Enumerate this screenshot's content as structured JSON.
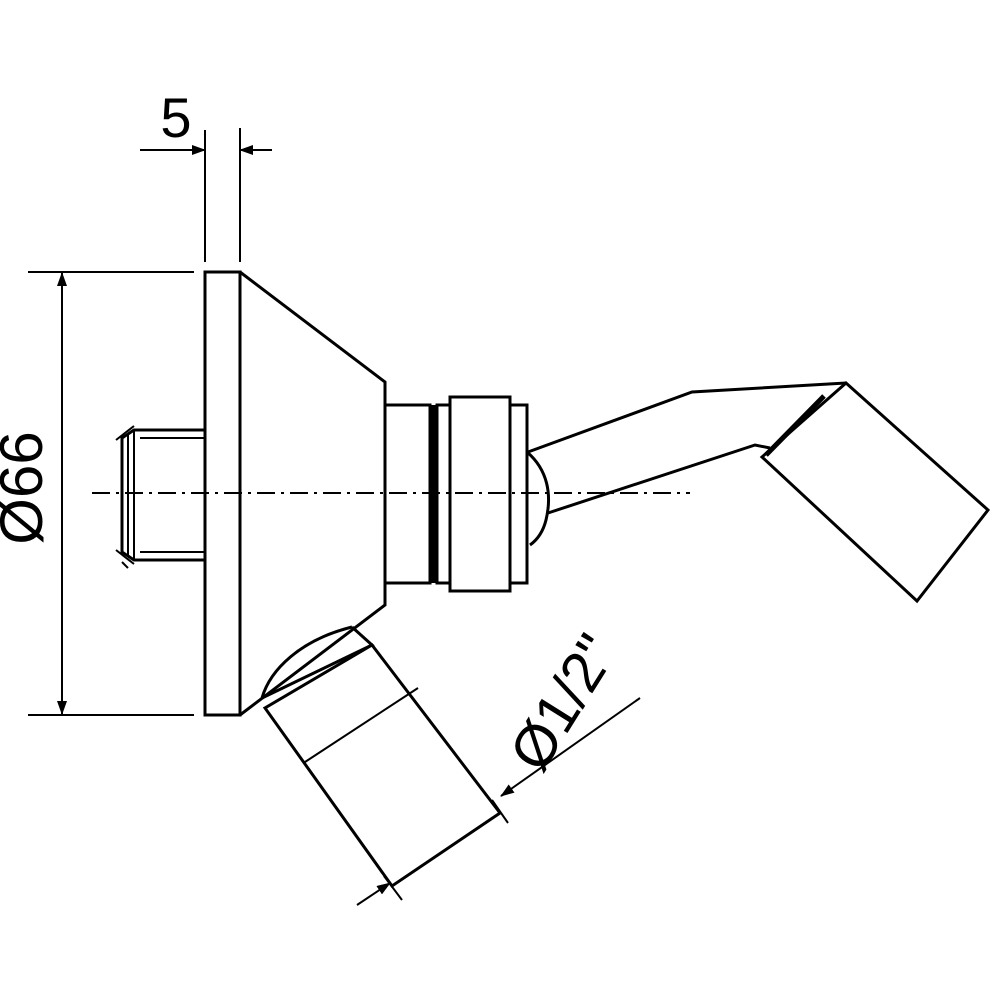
{
  "dimensions": {
    "width_label": "5",
    "diameter_label": "Ø66",
    "thread_label": "Ø1/2\""
  }
}
